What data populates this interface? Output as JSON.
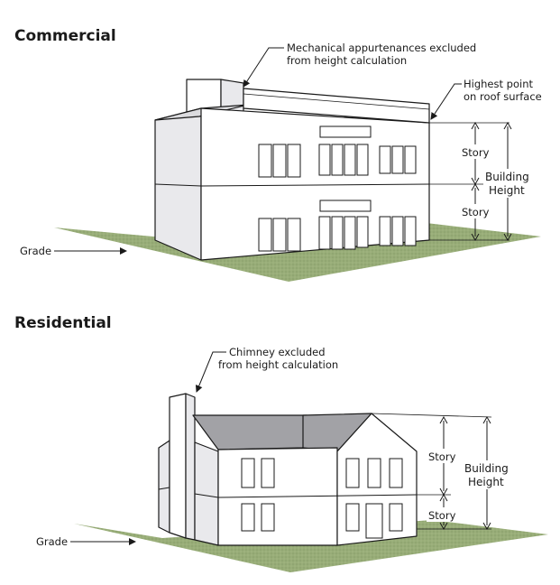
{
  "commercial": {
    "title": "Commercial",
    "mechanical_label": [
      "Mechanical appurtenances excluded",
      "from height calculation"
    ],
    "highest_point_label": [
      "Highest point",
      "on roof surface"
    ],
    "story_upper": "Story",
    "story_lower": "Story",
    "building_height_label": [
      "Building",
      "Height"
    ],
    "grade_label": "Grade"
  },
  "residential": {
    "title": "Residential",
    "chimney_label": [
      "Chimney excluded",
      "from height calculation"
    ],
    "story_upper": "Story",
    "story_lower": "Story",
    "building_height_label": [
      "Building",
      "Height"
    ],
    "grade_label": "Grade"
  },
  "colors": {
    "grass": "#98ad78",
    "roof": "#a2a2a6",
    "wall_shade": "#e9e9ec",
    "ink": "#1a1a1a"
  }
}
